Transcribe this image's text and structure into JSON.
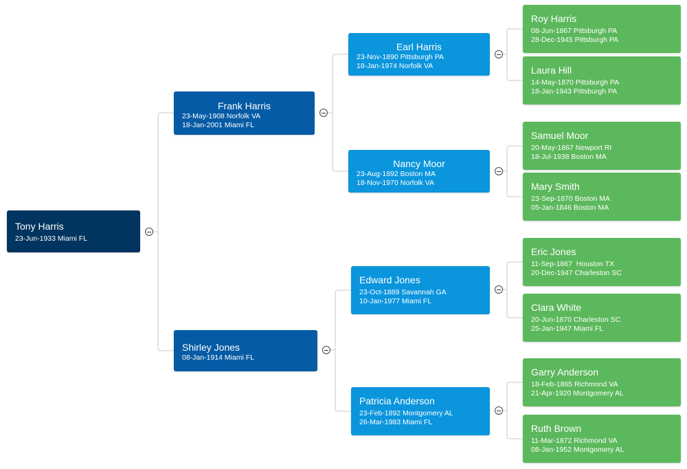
{
  "colors": {
    "gen1": "#01345f",
    "gen2": "#055ba5",
    "gen3": "#0b95dd",
    "gen4": "#5cb85c",
    "connector": "#c9c9c9"
  },
  "people": {
    "tony": {
      "name": "Tony Harris",
      "line1": "23-Jun-1933 Miami FL",
      "line2": ""
    },
    "frank": {
      "name": "Frank Harris",
      "line1": "23-May-1908 Norfolk VA",
      "line2": "18-Jan-2001 Miami FL"
    },
    "shirley": {
      "name": "Shirley Jones",
      "line1": "08-Jan-1914 Miami FL",
      "line2": ""
    },
    "earl": {
      "name": "Earl Harris",
      "line1": "23-Nov-1890 Pittsburgh PA",
      "line2": "18-Jan-1974 Norfolk VA"
    },
    "nancy": {
      "name": "Nancy Moor",
      "line1": "23-Aug-1892 Boston MA",
      "line2": "18-Nov-1970 Norfolk VA"
    },
    "edward": {
      "name": "Edward Jones",
      "line1": "23-Oct-1889 Savannah GA",
      "line2": "10-Jan-1977 Miami FL"
    },
    "patricia": {
      "name": "Patricia Anderson",
      "line1": "23-Feb-1892 Montgomery AL",
      "line2": "26-Mar-1983 Miami FL"
    },
    "roy": {
      "name": "Roy Harris",
      "line1": "08-Jun-1867 Pittsburgh PA",
      "line2": "28-Dec-1945 Pittsburgh PA"
    },
    "laura": {
      "name": "Laura Hill",
      "line1": "14-May-1870 Pittsburgh PA",
      "line2": "18-Jan-1943 Pittsburgh PA"
    },
    "samuel": {
      "name": "Samuel Moor",
      "line1": "20-May-1867 Newport RI",
      "line2": "18-Jul-1938 Boston MA"
    },
    "mary": {
      "name": "Mary Smith",
      "line1": "23-Sep-1870 Boston MA",
      "line2": "05-Jan-1846 Boston MA"
    },
    "eric": {
      "name": "Eric Jones",
      "line1": "11-Sep-1867  Houston TX",
      "line2": "20-Dec-1947 Charleston SC"
    },
    "clara": {
      "name": "Clara White",
      "line1": "20-Jun-1870 Charleston SC",
      "line2": "25-Jan-1947 Miami FL"
    },
    "garry": {
      "name": "Garry Anderson",
      "line1": "18-Feb-1865 Richmond VA",
      "line2": "21-Apr-1920 Montgomery AL"
    },
    "ruth": {
      "name": "Ruth Brown",
      "line1": "11-Mar-1872 Richmond VA",
      "line2": "08-Jan-1952 Montgomery AL"
    }
  }
}
